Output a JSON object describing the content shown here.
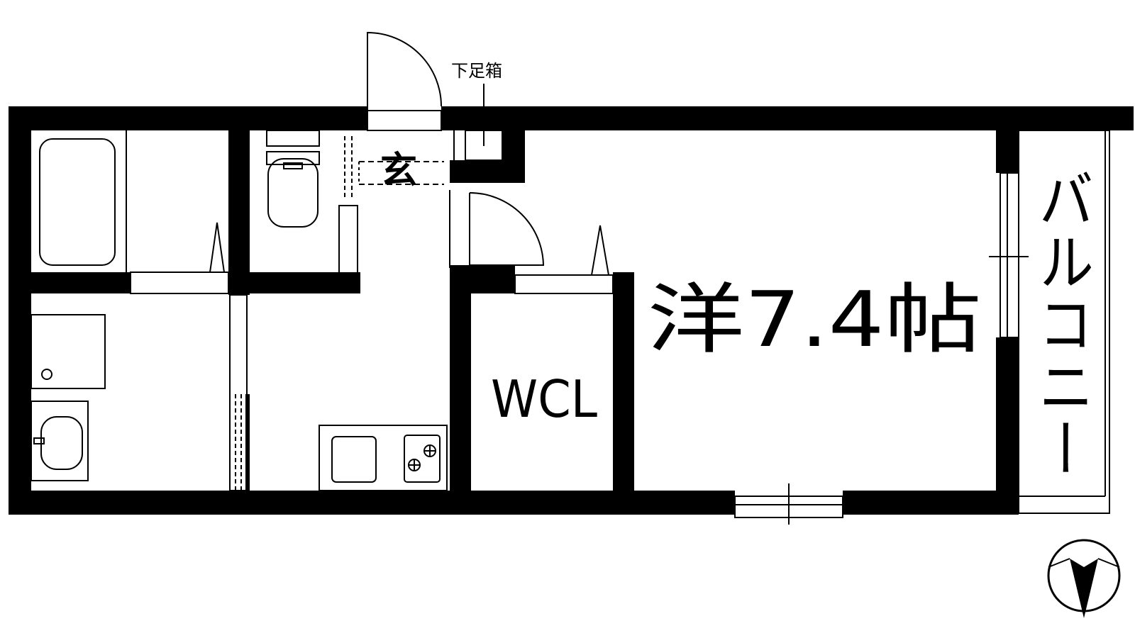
{
  "floor_plan": {
    "labels": {
      "shoe_box": "下足箱",
      "entrance": "玄",
      "walk_in_closet": "WCL",
      "western_room": "洋7.4帖",
      "balcony": "バルコニー"
    },
    "north_arrow_icon": "compass-north-arrow"
  }
}
